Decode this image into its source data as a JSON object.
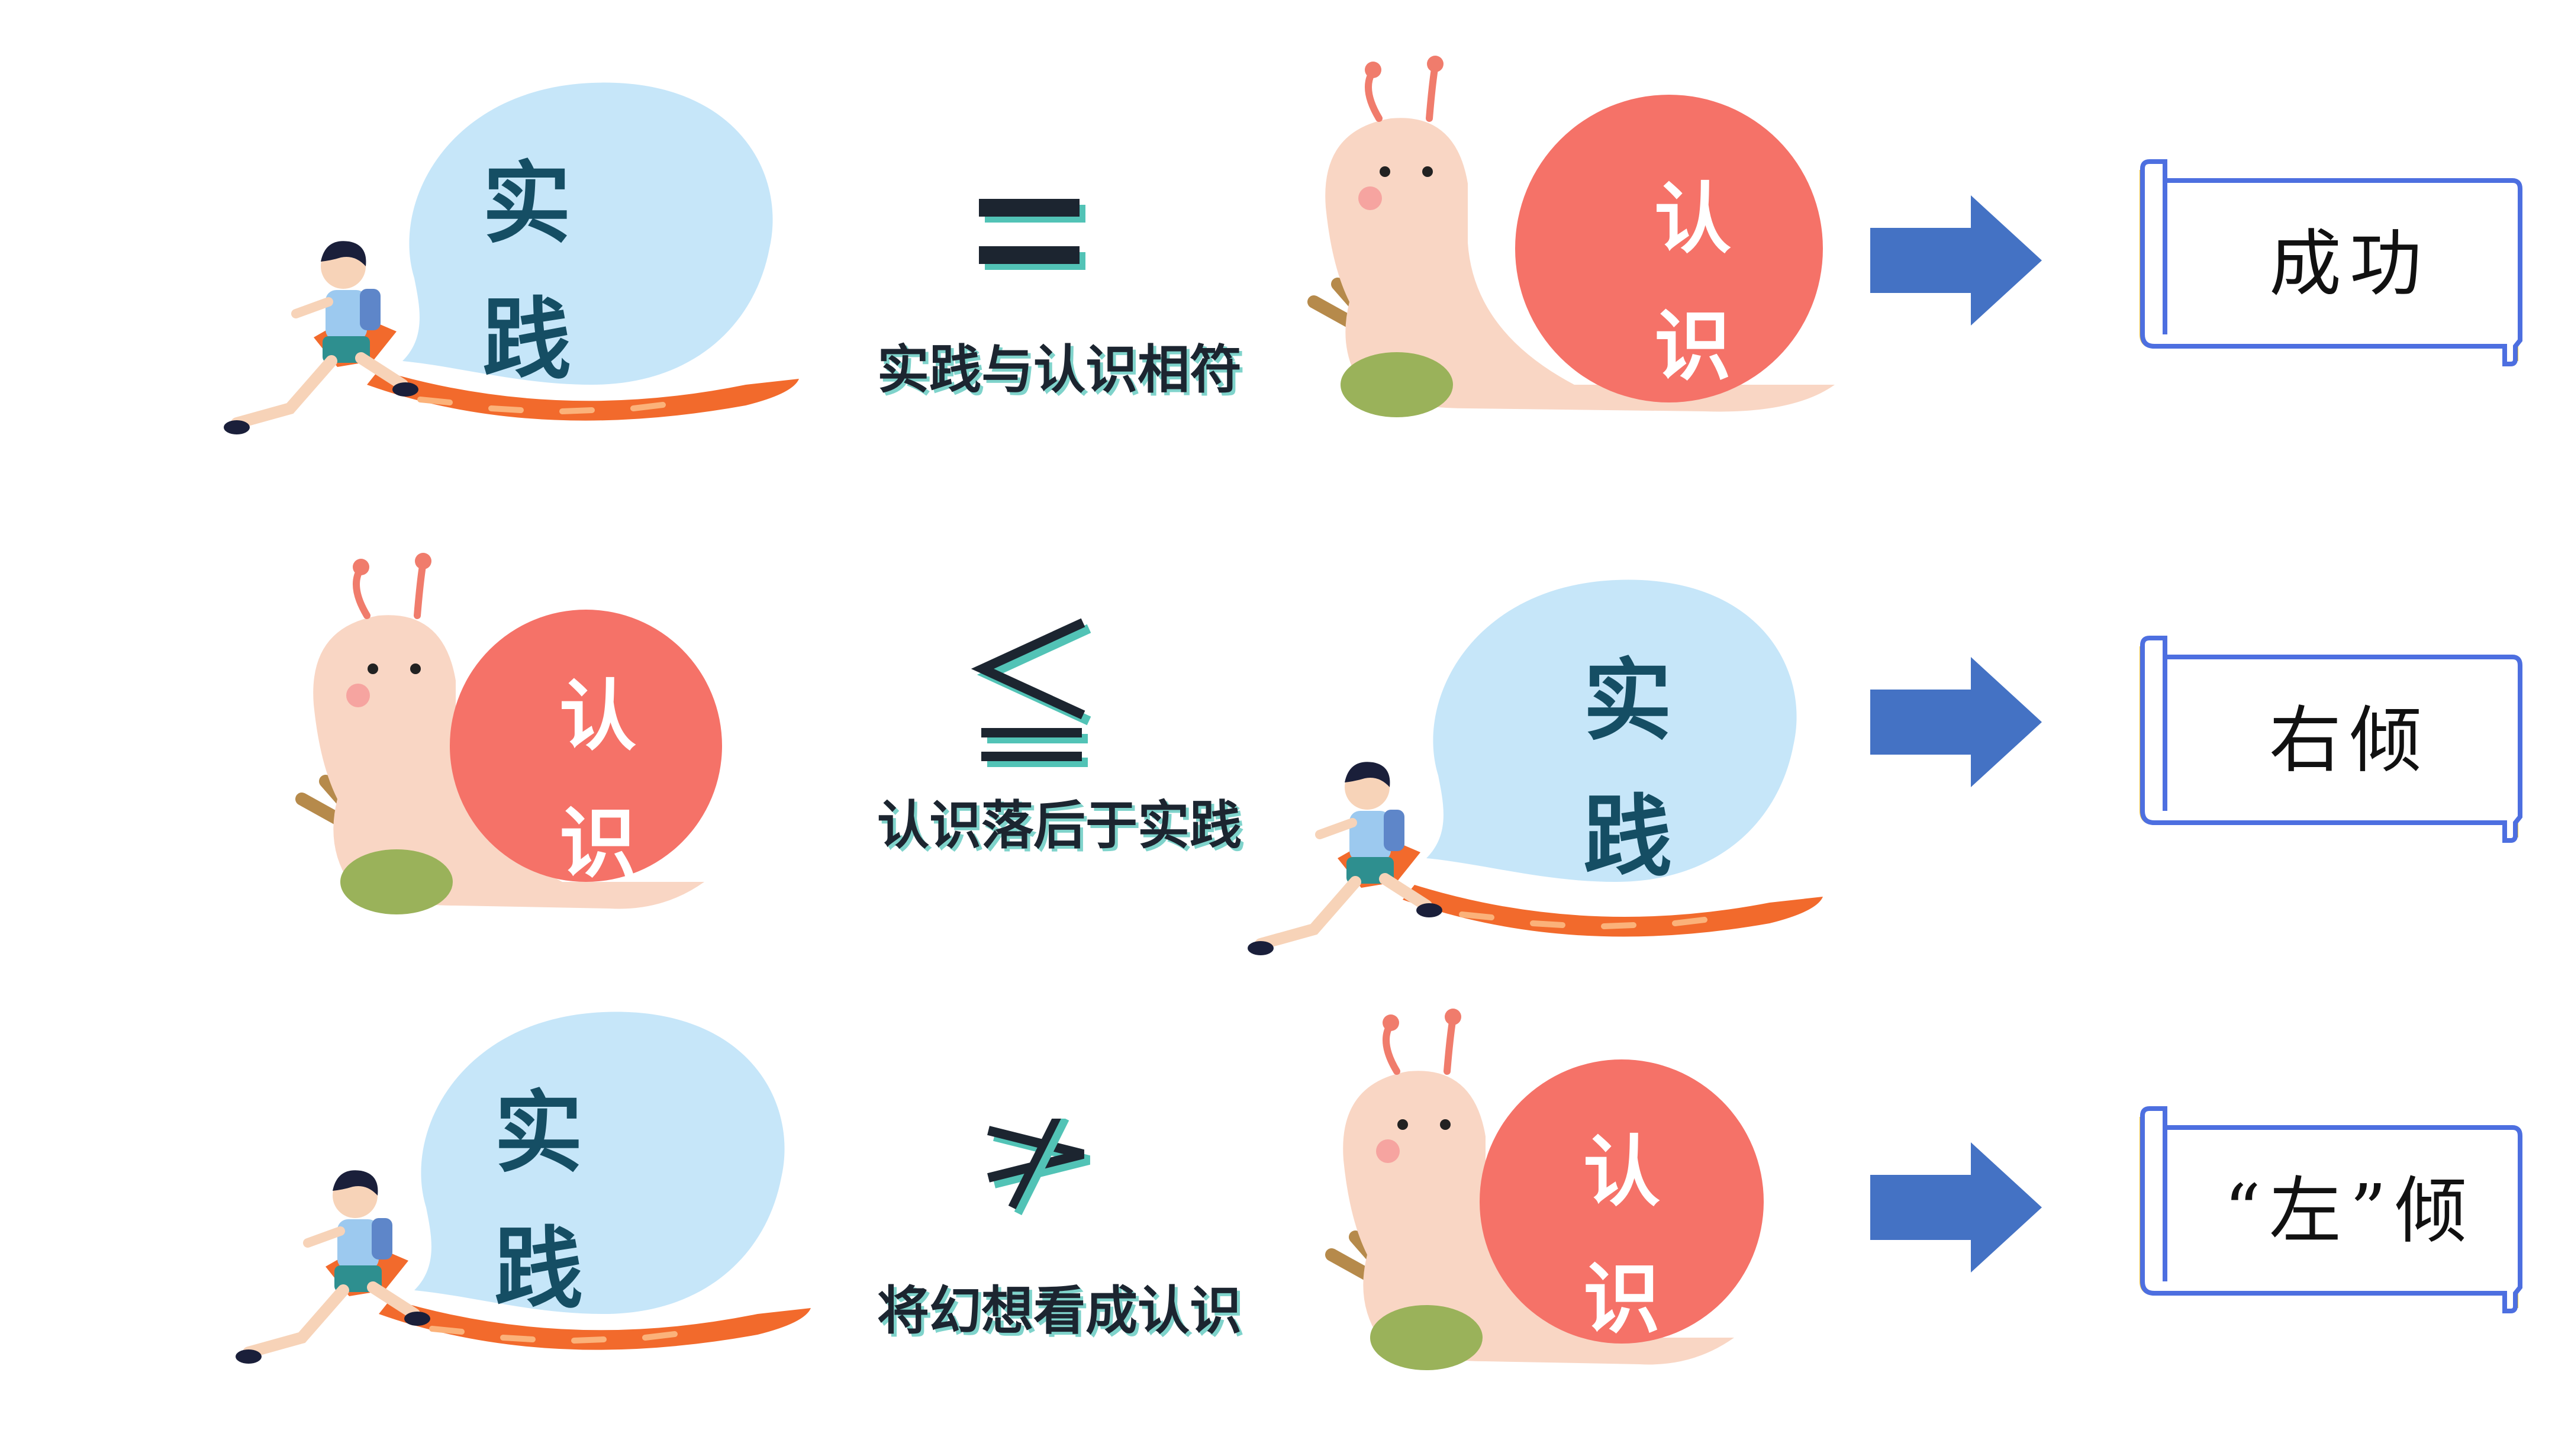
{
  "rows": [
    {
      "left": {
        "kind": "bubble",
        "line1": "实",
        "line2": "践"
      },
      "symbol": "equals",
      "caption": "实践与认识相符",
      "right": {
        "kind": "snail",
        "line1": "认",
        "line2": "识"
      },
      "result": "成功"
    },
    {
      "left": {
        "kind": "snail",
        "line1": "认",
        "line2": "识"
      },
      "symbol": "less-than-or-equal",
      "caption": "认识落后于实践",
      "right": {
        "kind": "bubble",
        "line1": "实",
        "line2": "践"
      },
      "result": "右倾"
    },
    {
      "left": {
        "kind": "bubble",
        "line1": "实",
        "line2": "践"
      },
      "symbol": "not-greater",
      "caption": "将幻想看成认识",
      "right": {
        "kind": "snail",
        "line1": "认",
        "line2": "识"
      },
      "result": "“左”倾"
    }
  ],
  "colors": {
    "bubble": "#c6e6f9",
    "bubble_text": "#154e64",
    "snail_shell": "#f57268",
    "snail_body": "#f9d6c4",
    "road": "#f26a2c",
    "arrow": "#4472c4",
    "scroll_border": "#4d6fe0",
    "scroll_accent": "#f2c63a",
    "caption_shadow": "#7fd3cb"
  }
}
